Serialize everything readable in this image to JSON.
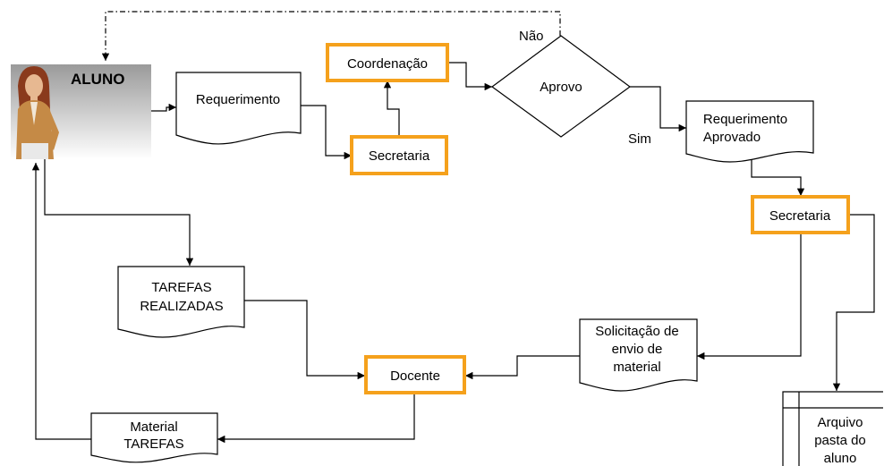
{
  "actor": {
    "label": "ALUNO"
  },
  "nodes": {
    "requerimento": "Requerimento",
    "coordenacao": "Coordenação",
    "secretaria_top": "Secretaria",
    "aprovo": "Aprovo",
    "nao": "Não",
    "sim": "Sim",
    "req_aprovado_1": "Requerimento",
    "req_aprovado_2": "Aprovado",
    "secretaria_right": "Secretaria",
    "tarefas_1": "TAREFAS",
    "tarefas_2": "REALIZADAS",
    "solicitacao_1": "Solicitação de",
    "solicitacao_2": "envio de",
    "solicitacao_3": "material",
    "docente": "Docente",
    "material_1": "Material",
    "material_2": "TAREFAS",
    "arquivo_1": "Arquivo",
    "arquivo_2": "pasta do",
    "arquivo_3": "aluno"
  },
  "colors": {
    "process_border": "#f5a11c",
    "line": "#000000",
    "actor_bg_top": "#9a9a9a",
    "actor_bg_bottom": "#ffffff",
    "skin": "#e7b891",
    "hair": "#8a3a1c",
    "jacket": "#c58a46"
  }
}
